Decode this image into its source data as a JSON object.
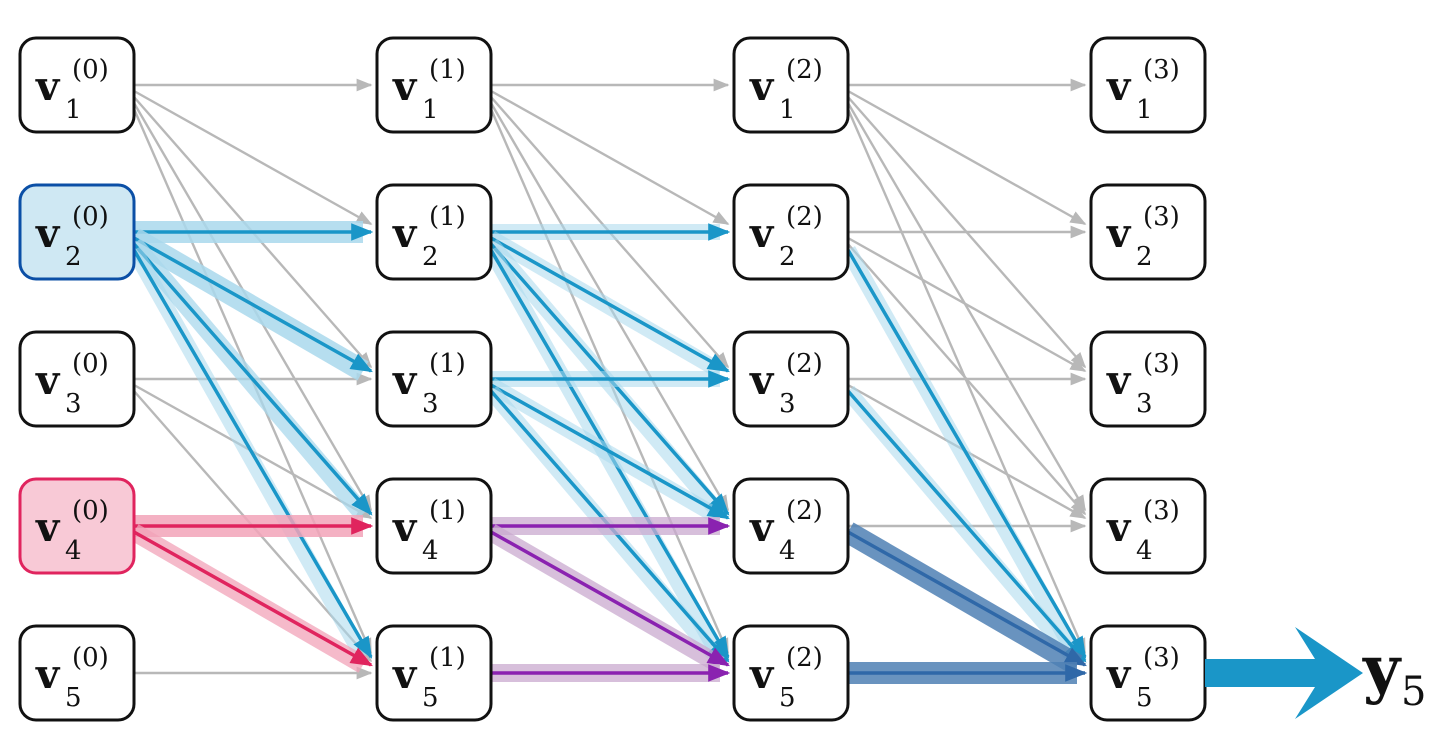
{
  "diagram": {
    "node_symbol": "v",
    "layers": [
      {
        "superscript": "(0)",
        "nodes": [
          "1",
          "2",
          "3",
          "4",
          "5"
        ]
      },
      {
        "superscript": "(1)",
        "nodes": [
          "1",
          "2",
          "3",
          "4",
          "5"
        ]
      },
      {
        "superscript": "(2)",
        "nodes": [
          "1",
          "2",
          "3",
          "4",
          "5"
        ]
      },
      {
        "superscript": "(3)",
        "nodes": [
          "1",
          "2",
          "3",
          "4",
          "5"
        ]
      }
    ],
    "highlighted_nodes": [
      {
        "layer": 0,
        "node": 2,
        "role": "source-blue"
      },
      {
        "layer": 0,
        "node": 4,
        "role": "source-red"
      }
    ],
    "edges": [
      [
        0,
        1,
        1
      ],
      [
        0,
        1,
        2
      ],
      [
        0,
        1,
        3
      ],
      [
        0,
        1,
        4
      ],
      [
        0,
        1,
        5
      ],
      [
        0,
        2,
        2
      ],
      [
        0,
        2,
        3
      ],
      [
        0,
        2,
        4
      ],
      [
        0,
        2,
        5
      ],
      [
        0,
        3,
        3
      ],
      [
        0,
        3,
        4
      ],
      [
        0,
        3,
        5
      ],
      [
        0,
        4,
        4
      ],
      [
        0,
        4,
        5
      ],
      [
        0,
        5,
        5
      ],
      [
        1,
        1,
        1
      ],
      [
        1,
        1,
        2
      ],
      [
        1,
        1,
        3
      ],
      [
        1,
        1,
        4
      ],
      [
        1,
        1,
        5
      ],
      [
        1,
        2,
        2
      ],
      [
        1,
        2,
        3
      ],
      [
        1,
        2,
        4
      ],
      [
        1,
        2,
        5
      ],
      [
        1,
        3,
        3
      ],
      [
        1,
        3,
        4
      ],
      [
        1,
        3,
        5
      ],
      [
        1,
        4,
        4
      ],
      [
        1,
        4,
        5
      ],
      [
        1,
        5,
        5
      ],
      [
        2,
        1,
        1
      ],
      [
        2,
        1,
        2
      ],
      [
        2,
        1,
        3
      ],
      [
        2,
        1,
        4
      ],
      [
        2,
        1,
        5
      ],
      [
        2,
        2,
        2
      ],
      [
        2,
        2,
        3
      ],
      [
        2,
        2,
        4
      ],
      [
        2,
        2,
        5
      ],
      [
        2,
        3,
        3
      ],
      [
        2,
        3,
        4
      ],
      [
        2,
        3,
        5
      ],
      [
        2,
        4,
        4
      ],
      [
        2,
        4,
        5
      ],
      [
        2,
        5,
        5
      ]
    ],
    "highlighted_edges": [
      {
        "from": [
          0,
          2
        ],
        "to": [
          1,
          2
        ],
        "color": "blue",
        "weight": "strong"
      },
      {
        "from": [
          0,
          2
        ],
        "to": [
          1,
          3
        ],
        "color": "blue",
        "weight": "strong"
      },
      {
        "from": [
          0,
          2
        ],
        "to": [
          1,
          4
        ],
        "color": "blue",
        "weight": "medium"
      },
      {
        "from": [
          0,
          2
        ],
        "to": [
          1,
          5
        ],
        "color": "blue",
        "weight": "light"
      },
      {
        "from": [
          0,
          4
        ],
        "to": [
          1,
          4
        ],
        "color": "red",
        "weight": "strong"
      },
      {
        "from": [
          0,
          4
        ],
        "to": [
          1,
          5
        ],
        "color": "red",
        "weight": "medium"
      },
      {
        "from": [
          1,
          2
        ],
        "to": [
          2,
          2
        ],
        "color": "blue",
        "weight": "light"
      },
      {
        "from": [
          1,
          2
        ],
        "to": [
          2,
          3
        ],
        "color": "blue",
        "weight": "light"
      },
      {
        "from": [
          1,
          2
        ],
        "to": [
          2,
          4
        ],
        "color": "blue",
        "weight": "light"
      },
      {
        "from": [
          1,
          2
        ],
        "to": [
          2,
          5
        ],
        "color": "blue",
        "weight": "light"
      },
      {
        "from": [
          1,
          3
        ],
        "to": [
          2,
          3
        ],
        "color": "blue",
        "weight": "light"
      },
      {
        "from": [
          1,
          3
        ],
        "to": [
          2,
          4
        ],
        "color": "blue",
        "weight": "light"
      },
      {
        "from": [
          1,
          3
        ],
        "to": [
          2,
          5
        ],
        "color": "blue",
        "weight": "light"
      },
      {
        "from": [
          1,
          4
        ],
        "to": [
          2,
          4
        ],
        "color": "purple",
        "weight": "medium"
      },
      {
        "from": [
          1,
          4
        ],
        "to": [
          2,
          5
        ],
        "color": "purple",
        "weight": "medium"
      },
      {
        "from": [
          1,
          5
        ],
        "to": [
          2,
          5
        ],
        "color": "purple",
        "weight": "medium"
      },
      {
        "from": [
          2,
          2
        ],
        "to": [
          3,
          5
        ],
        "color": "blue",
        "weight": "light"
      },
      {
        "from": [
          2,
          3
        ],
        "to": [
          3,
          5
        ],
        "color": "blue",
        "weight": "light"
      },
      {
        "from": [
          2,
          4
        ],
        "to": [
          3,
          5
        ],
        "color": "darkblue",
        "weight": "strong"
      },
      {
        "from": [
          2,
          5
        ],
        "to": [
          3,
          5
        ],
        "color": "darkblue",
        "weight": "strong"
      }
    ],
    "output": {
      "symbol": "y",
      "subscript": "5",
      "from_node": [
        3,
        5
      ]
    },
    "colors": {
      "gray": "#b8b8b8",
      "blue": "#1a96c8",
      "blue_halo": "#a9d8ec",
      "red": "#e0245e",
      "red_halo": "#f2a3b8",
      "purple": "#8a22b0",
      "purple_halo": "#c9a9cf",
      "darkblue": "#2f68a8",
      "darkblue_halo": "#4f80b4",
      "output_arrow": "#1a96c8"
    }
  }
}
